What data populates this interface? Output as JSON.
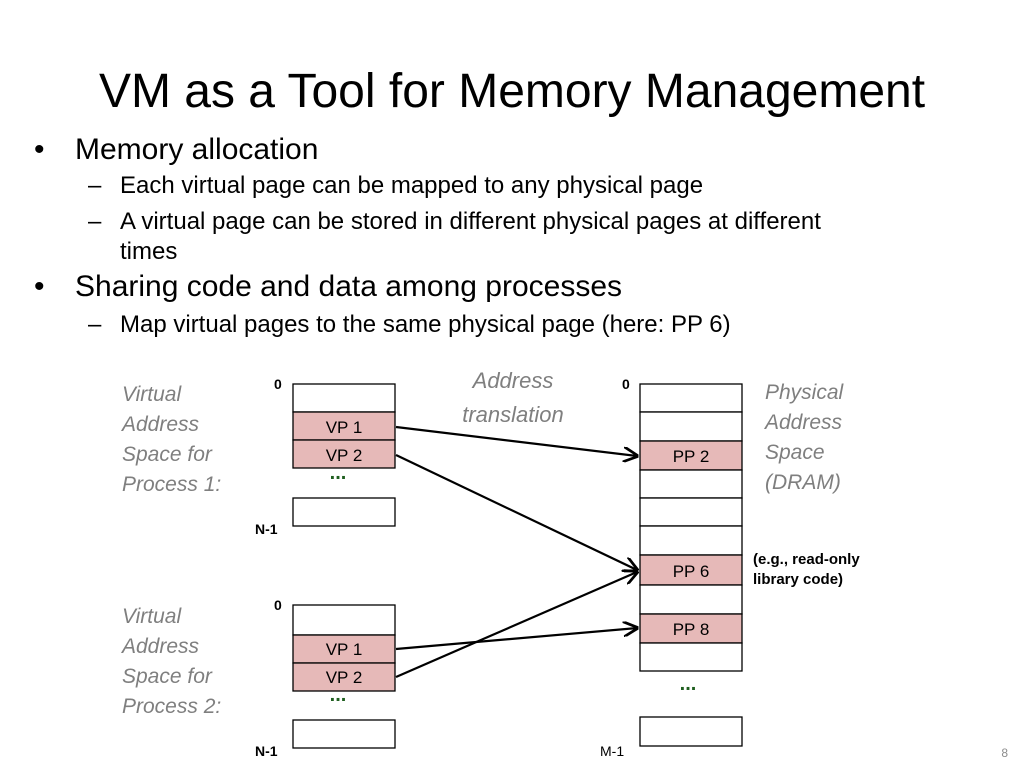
{
  "title": "VM as a Tool for Memory Management",
  "bullets": [
    {
      "text": "Memory allocation",
      "subs": [
        "Each virtual page can be mapped to any physical page",
        "A virtual page can be stored in different physical pages at different",
        "times"
      ]
    },
    {
      "text": "Sharing code and data among processes",
      "subs": [
        "Map virtual pages to the same physical page (here: PP 6)"
      ]
    }
  ],
  "bullet_symbol": "•",
  "dash_symbol": "–",
  "diagram": {
    "vas1_label": [
      "Virtual",
      "Address",
      "Space for",
      "Process 1:"
    ],
    "vas2_label": [
      "Virtual",
      "Address",
      "Space for",
      "Process 2:"
    ],
    "pas_label": [
      "Physical",
      "Address",
      "Space",
      "(DRAM)"
    ],
    "translation_label": [
      "Address",
      "translation"
    ],
    "zero": "0",
    "n_minus_1": "N-1",
    "m_minus_1": "M-1",
    "ellipsis": "...",
    "vp1": "VP 1",
    "vp2": "VP 2",
    "pp2": "PP 2",
    "pp6": "PP 6",
    "pp8": "PP 8",
    "note": [
      "(e.g., read-only",
      "library code)"
    ],
    "highlight_color": "#e6b9b8"
  },
  "slide_number": "8"
}
